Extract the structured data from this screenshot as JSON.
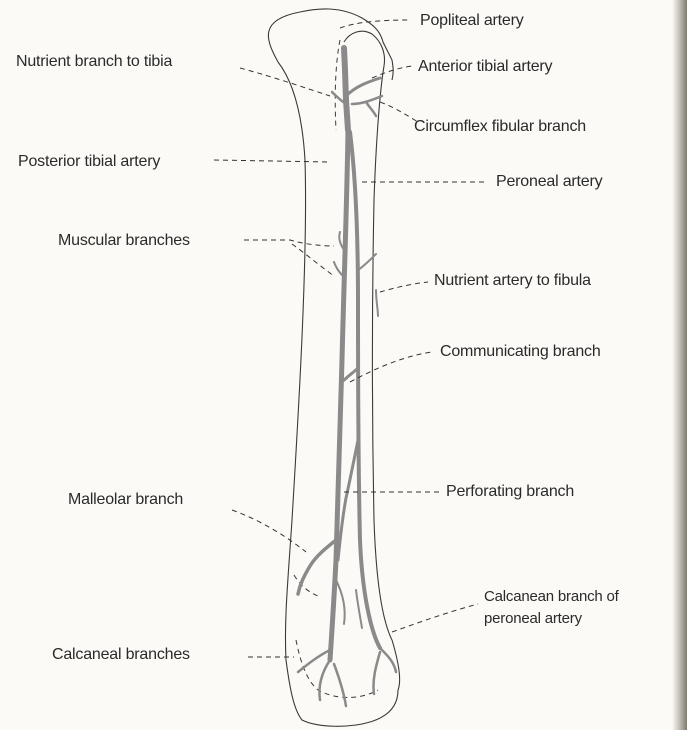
{
  "figure": {
    "labels": {
      "popliteal_artery": "Popliteal artery",
      "nutrient_branch_tibia": "Nutrient branch to tibia",
      "anterior_tibial_artery": "Anterior tibial artery",
      "circumflex_fibular_branch": "Circumflex fibular branch",
      "posterior_tibial_artery": "Posterior tibial artery",
      "peroneal_artery": "Peroneal artery",
      "muscular_branches": "Muscular branches",
      "nutrient_artery_fibula": "Nutrient artery to fibula",
      "communicating_branch": "Communicating branch",
      "malleolar_branch": "Malleolar branch",
      "perforating_branch": "Perforating branch",
      "calcanean_branch_line1": "Calcanean branch of",
      "calcanean_branch_line2": "peroneal artery",
      "calcaneal_branches": "Calcaneal branches"
    },
    "colors": {
      "artery": "#8a8a8a",
      "outline": "#3a3a3a",
      "paper": "#fbfaf6"
    }
  }
}
